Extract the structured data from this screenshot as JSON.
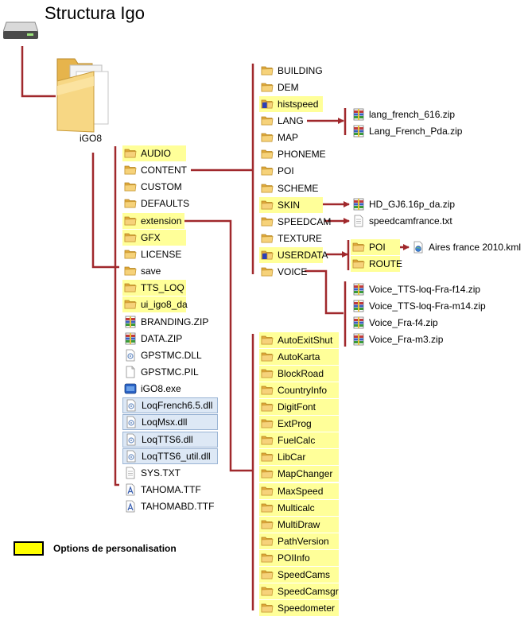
{
  "title": "Structura Igo",
  "root_label": "iGO8",
  "colors": {
    "highlight": "#ffff99",
    "connector": "#a0282c",
    "legend_swatch": "#ffff00"
  },
  "legend": {
    "label": "Options de personalisation"
  },
  "columns": [
    {
      "id": "igo8-children",
      "items": [
        {
          "label": "AUDIO",
          "icon": "folder-icon",
          "hl": true
        },
        {
          "label": "CONTENT",
          "icon": "folder-icon"
        },
        {
          "label": "CUSTOM",
          "icon": "folder-icon"
        },
        {
          "label": "DEFAULTS",
          "icon": "folder-icon"
        },
        {
          "label": "extension",
          "icon": "folder-icon",
          "hl": true
        },
        {
          "label": "GFX",
          "icon": "folder-icon",
          "hl": true
        },
        {
          "label": "LICENSE",
          "icon": "folder-icon"
        },
        {
          "label": "save",
          "icon": "folder-icon"
        },
        {
          "label": "TTS_LOQ",
          "icon": "folder-icon",
          "hl": true
        },
        {
          "label": "ui_igo8_da",
          "icon": "folder-icon",
          "hl": true
        },
        {
          "label": "BRANDING.ZIP",
          "icon": "zip-icon"
        },
        {
          "label": "DATA.ZIP",
          "icon": "zip-icon"
        },
        {
          "label": "GPSTMC.DLL",
          "icon": "dll-icon"
        },
        {
          "label": "GPSTMC.PIL",
          "icon": "file-icon"
        },
        {
          "label": "iGO8.exe",
          "icon": "igo-exe-icon"
        },
        {
          "label": "LoqFrench6.5.dll",
          "icon": "dll-icon",
          "sel": true
        },
        {
          "label": "LoqMsx.dll",
          "icon": "dll-icon",
          "sel": true
        },
        {
          "label": "LoqTTS6.dll",
          "icon": "dll-icon",
          "sel": true
        },
        {
          "label": "LoqTTS6_util.dll",
          "icon": "dll-icon",
          "sel": true
        },
        {
          "label": "SYS.TXT",
          "icon": "text-file-icon"
        },
        {
          "label": "TAHOMA.TTF",
          "icon": "font-file-icon"
        },
        {
          "label": "TAHOMABD.TTF",
          "icon": "font-file-icon"
        }
      ]
    },
    {
      "id": "content-children",
      "items": [
        {
          "label": "BUILDING",
          "icon": "folder-icon"
        },
        {
          "label": "DEM",
          "icon": "folder-icon"
        },
        {
          "label": "histspeed",
          "icon": "blue-folder-icon",
          "hl": true
        },
        {
          "label": "LANG",
          "icon": "folder-icon"
        },
        {
          "label": "MAP",
          "icon": "folder-icon"
        },
        {
          "label": "PHONEME",
          "icon": "folder-icon"
        },
        {
          "label": "POI",
          "icon": "folder-icon"
        },
        {
          "label": "SCHEME",
          "icon": "folder-icon"
        },
        {
          "label": "SKIN",
          "icon": "folder-icon",
          "hl": true
        },
        {
          "label": "SPEEDCAM",
          "icon": "folder-icon"
        },
        {
          "label": "TEXTURE",
          "icon": "folder-icon"
        },
        {
          "label": "USERDATA",
          "icon": "blue-folder-icon",
          "hl": true
        },
        {
          "label": "VOICE",
          "icon": "folder-icon"
        }
      ]
    },
    {
      "id": "extension-children",
      "items": [
        {
          "label": "AutoExitShut",
          "icon": "folder-icon",
          "hl": true
        },
        {
          "label": "AutoKarta",
          "icon": "folder-icon",
          "hl": true
        },
        {
          "label": "BlockRoad",
          "icon": "folder-icon",
          "hl": true
        },
        {
          "label": "CountryInfo",
          "icon": "folder-icon",
          "hl": true
        },
        {
          "label": "DigitFont",
          "icon": "folder-icon",
          "hl": true
        },
        {
          "label": "ExtProg",
          "icon": "folder-icon",
          "hl": true
        },
        {
          "label": "FuelCalc",
          "icon": "folder-icon",
          "hl": true
        },
        {
          "label": "LibCar",
          "icon": "folder-icon",
          "hl": true
        },
        {
          "label": "MapChanger",
          "icon": "folder-icon",
          "hl": true
        },
        {
          "label": "MaxSpeed",
          "icon": "folder-icon",
          "hl": true
        },
        {
          "label": "Multicalc",
          "icon": "folder-icon",
          "hl": true
        },
        {
          "label": "MultiDraw",
          "icon": "folder-icon",
          "hl": true
        },
        {
          "label": "PathVersion",
          "icon": "folder-icon",
          "hl": true
        },
        {
          "label": "POIInfo",
          "icon": "folder-icon",
          "hl": true
        },
        {
          "label": "SpeedCams",
          "icon": "folder-icon",
          "hl": true
        },
        {
          "label": "SpeedCamsgr",
          "icon": "folder-icon",
          "hl": true
        },
        {
          "label": "Speedometer",
          "icon": "folder-icon",
          "hl": true
        }
      ]
    },
    {
      "id": "lang-children",
      "items": [
        {
          "label": "lang_french_616.zip",
          "icon": "zip-icon"
        },
        {
          "label": "Lang_French_Pda.zip",
          "icon": "zip-icon"
        }
      ]
    },
    {
      "id": "skin-children",
      "items": [
        {
          "label": "HD_GJ6.16p_da.zip",
          "icon": "zip-icon"
        }
      ]
    },
    {
      "id": "speedcam-children",
      "items": [
        {
          "label": "speedcamfrance.txt",
          "icon": "text-file-icon"
        }
      ]
    },
    {
      "id": "userdata-children",
      "items": [
        {
          "label": "POI",
          "icon": "folder-icon",
          "hl": true
        },
        {
          "label": "ROUTE",
          "icon": "folder-icon",
          "hl": true
        }
      ]
    },
    {
      "id": "poi-children",
      "items": [
        {
          "label": "Aires france 2010.kml",
          "icon": "kml-file-icon"
        }
      ]
    },
    {
      "id": "voice-children",
      "items": [
        {
          "label": "Voice_TTS-loq-Fra-f14.zip",
          "icon": "zip-icon"
        },
        {
          "label": "Voice_TTS-loq-Fra-m14.zip",
          "icon": "zip-icon"
        },
        {
          "label": "Voice_Fra-f4.zip",
          "icon": "zip-icon"
        },
        {
          "label": "Voice_Fra-m3.zip",
          "icon": "zip-icon"
        }
      ]
    }
  ]
}
